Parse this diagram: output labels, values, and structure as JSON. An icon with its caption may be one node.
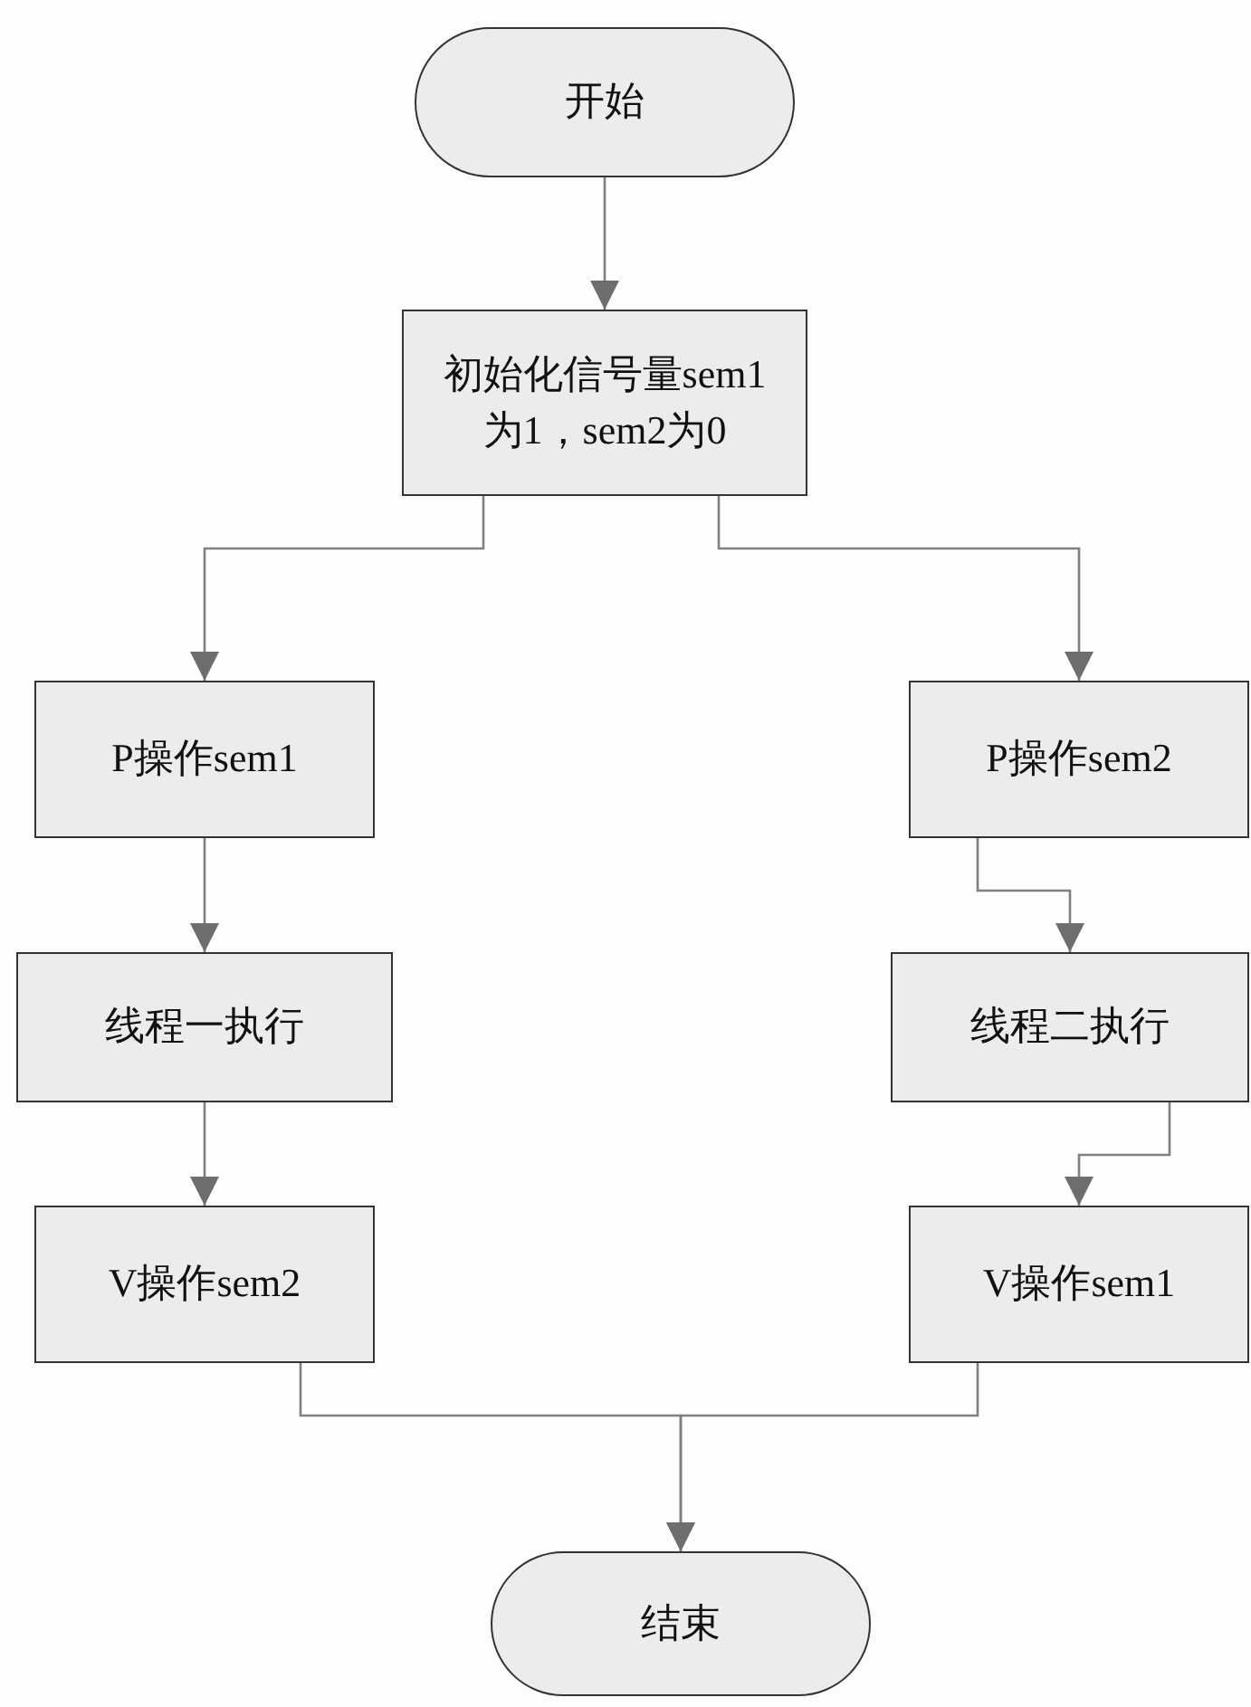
{
  "diagram": {
    "nodes": [
      {
        "text": [
          "开始"
        ]
      },
      {
        "text": [
          "初始化信号量sem1为1，sem2为0"
        ]
      },
      {
        "text": [
          "P操作sem1"
        ]
      },
      {
        "text": [
          "P操作sem2"
        ]
      },
      {
        "text": [
          "线程一执行"
        ]
      },
      {
        "text": [
          "线程二执行"
        ]
      },
      {
        "text": [
          "V操作sem2"
        ]
      },
      {
        "text": [
          "V操作sem1"
        ]
      },
      {
        "text": [
          "结束"
        ]
      }
    ],
    "edges": [
      {
        "from": 0,
        "to": 1,
        "arrow": "to"
      },
      {
        "from": 1,
        "to": 2,
        "arrow": "to"
      },
      {
        "from": 1,
        "to": 3,
        "arrow": "to"
      },
      {
        "from": 2,
        "to": 4,
        "arrow": "to"
      },
      {
        "from": 3,
        "to": 5,
        "arrow": "to"
      },
      {
        "from": 4,
        "to": 6,
        "arrow": "to"
      },
      {
        "from": 5,
        "to": 7,
        "arrow": "to"
      },
      {
        "from": 6,
        "to": 8,
        "arrow": "to"
      },
      {
        "from": 7,
        "to": 8,
        "arrow": "to"
      }
    ]
  }
}
